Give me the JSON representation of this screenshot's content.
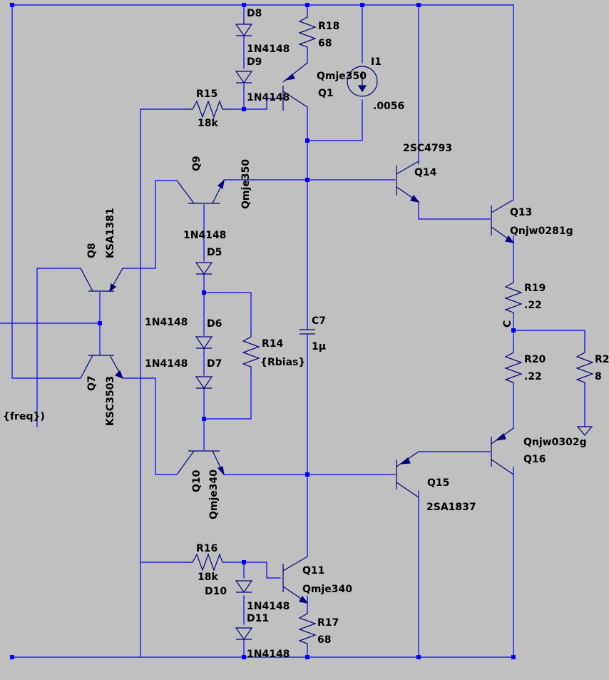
{
  "diagram": {
    "type": "circuit-schematic",
    "labels": {
      "D8": "D8",
      "D8_model": "1N4148",
      "D9": "D9",
      "D9_model": "1N4148",
      "R18": "R18",
      "R18_val": "68",
      "I1": "I1",
      "I1_val": ".0056",
      "Q1_model": "Qmje350",
      "Q1": "Q1",
      "R15": "R15",
      "R15_val": "18k",
      "Q14_model": "2SC4793",
      "Q14": "Q14",
      "Q9": "Q9",
      "Q9_model": "Qmje350",
      "D5_model": "1N4148",
      "D5": "D5",
      "Q13": "Q13",
      "Q13_model": "Qnjw0281g",
      "Q8": "Q8",
      "Q8_model": "KSA1381",
      "R19": "R19",
      "R19_val": ".22",
      "D6_model": "1N4148",
      "D6": "D6",
      "C7": "C7",
      "C7_val": "1µ",
      "R14": "R14",
      "R14_val": "{Rbias}",
      "net_C": "C",
      "D7_model": "1N4148",
      "D7": "D7",
      "R20": "R20",
      "R20_val": ".22",
      "R2": "R2",
      "R2_val": "8",
      "Q7": "Q7",
      "Q7_model": "KSC3503",
      "freq": "{freq})",
      "Q16_model": "Qnjw0302g",
      "Q16": "Q16",
      "Q10": "Q10",
      "Q10_model": "Qmje340",
      "Q15": "Q15",
      "Q15_model": "2SA1837",
      "R16": "R16",
      "R16_val": "18k",
      "Q11": "Q11",
      "Q11_model": "Qmje340",
      "D10": "D10",
      "D10_model": "1N4148",
      "D11": "D11",
      "R17": "R17",
      "R17_val": "68",
      "D11_model": "1N4148"
    }
  },
  "colors": {
    "background": "#c0c0c0",
    "wire": "#0000ff",
    "component": "#000080",
    "text": "#000000"
  }
}
